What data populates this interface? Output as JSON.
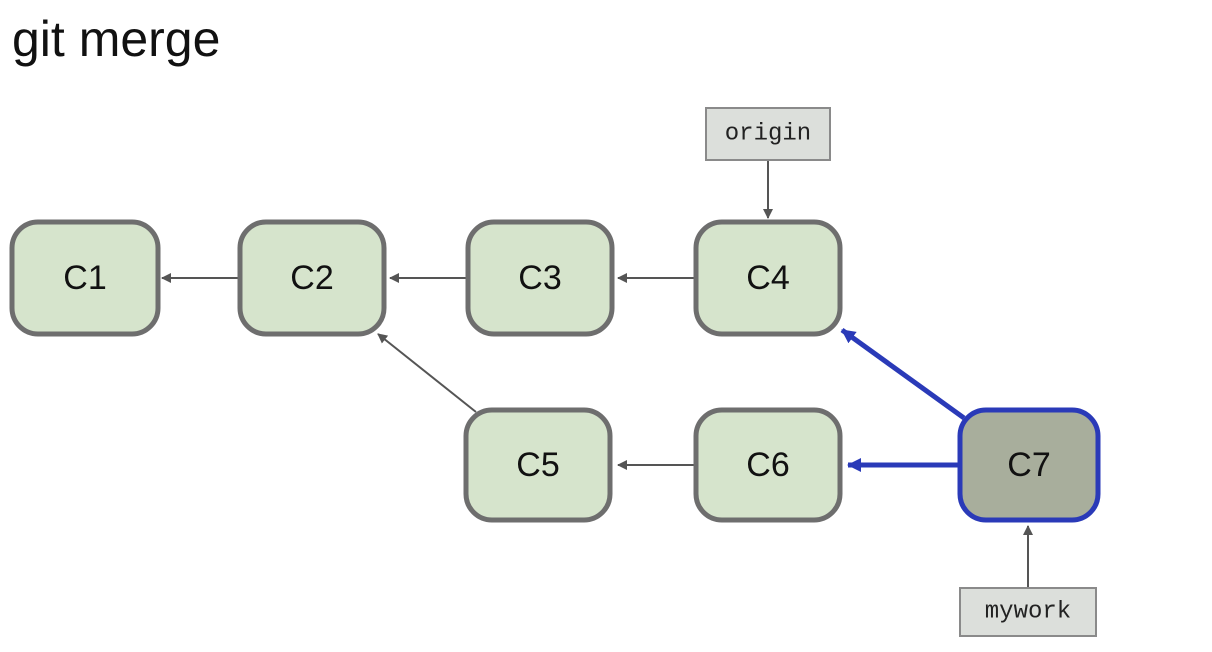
{
  "title": "git merge",
  "colors": {
    "commit_fill": "#d6e4cc",
    "commit_stroke": "#6e6e6e",
    "merge_fill": "#a8ae9c",
    "merge_stroke": "#2a3ab8",
    "ref_fill": "#dcdfdb",
    "ref_stroke": "#8a8a8a",
    "arrow": "#555555",
    "merge_arrow": "#2a3ab8"
  },
  "commits": [
    {
      "id": "c1",
      "label": "C1"
    },
    {
      "id": "c2",
      "label": "C2"
    },
    {
      "id": "c3",
      "label": "C3"
    },
    {
      "id": "c4",
      "label": "C4"
    },
    {
      "id": "c5",
      "label": "C5"
    },
    {
      "id": "c6",
      "label": "C6"
    },
    {
      "id": "c7",
      "label": "C7",
      "merge": true
    }
  ],
  "refs": [
    {
      "id": "origin",
      "label": "origin",
      "points_to": "c4"
    },
    {
      "id": "mywork",
      "label": "mywork",
      "points_to": "c7"
    }
  ],
  "edges": [
    {
      "from": "c2",
      "to": "c1"
    },
    {
      "from": "c3",
      "to": "c2"
    },
    {
      "from": "c4",
      "to": "c3"
    },
    {
      "from": "c5",
      "to": "c2"
    },
    {
      "from": "c6",
      "to": "c5"
    },
    {
      "from": "c7",
      "to": "c6",
      "merge": true
    },
    {
      "from": "c7",
      "to": "c4",
      "merge": true
    }
  ]
}
